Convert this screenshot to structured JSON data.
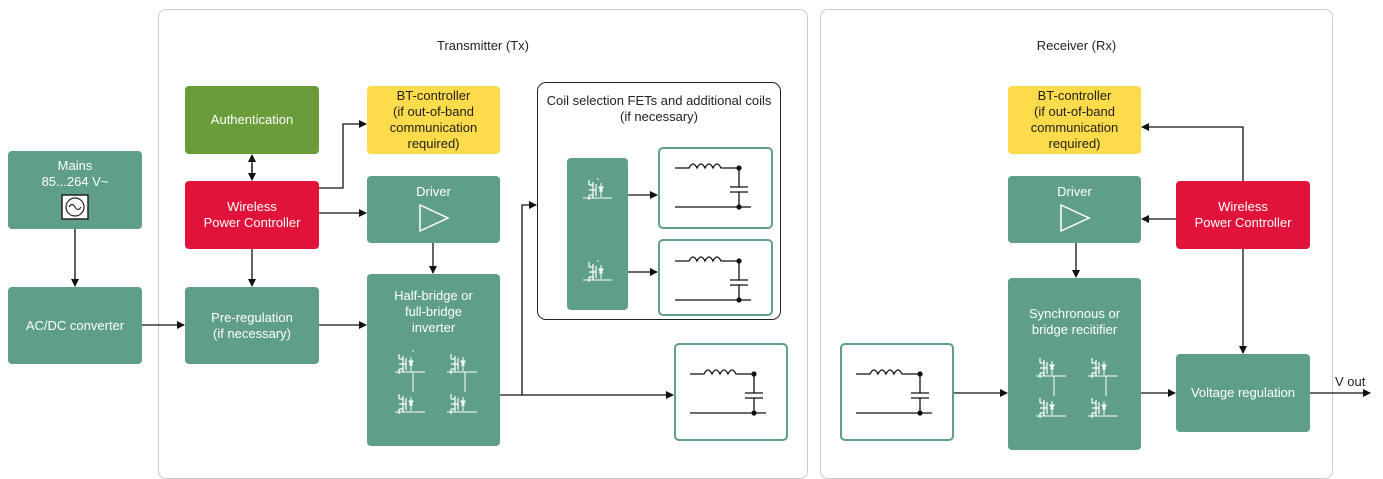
{
  "panels": {
    "tx_label": "Transmitter (Tx)",
    "rx_label": "Receiver (Rx)"
  },
  "mains": {
    "label": "Mains\n85...264 V~",
    "icon": "ac-source-icon"
  },
  "acdc": {
    "label": "AC/DC converter"
  },
  "tx": {
    "authentication": "Authentication",
    "bt_controller": "BT-controller\n(if out-of-band\ncommunication\nrequired)",
    "wpc": "Wireless\nPower Controller",
    "driver": "Driver",
    "preregulation": "Pre-regulation\n(if necessary)",
    "inverter": "Half-bridge or\nfull-bridge\ninverter",
    "coil_selection": "Coil selection FETs and additional coils\n(if necessary)"
  },
  "rx": {
    "bt_controller": "BT-controller\n(if out-of-band\ncommunication\nrequired)",
    "driver": "Driver",
    "wpc": "Wireless\nPower Controller",
    "rectifier": "Synchronous or\nbridge recitifier",
    "voltage_regulation": "Voltage regulation"
  },
  "output": {
    "label": "V out"
  },
  "colors": {
    "block_green": "#5f9e8b",
    "authentication_green": "#6a9c3a",
    "controller_red": "#e2133a",
    "bt_yellow": "#fedb4b",
    "panel_border": "#c9ccce"
  }
}
